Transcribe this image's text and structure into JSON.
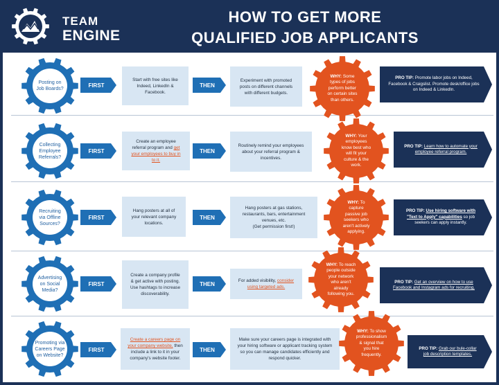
{
  "header": {
    "logo_line1": "TEAM",
    "logo_line2": "ENGINE",
    "title_line1": "HOW TO GET MORE",
    "title_line2": "QUALIFIED JOB APPLICANTS"
  },
  "colors": {
    "navy": "#1b3157",
    "blue": "#1f6fb5",
    "orange": "#e2531f",
    "light_blue": "#d8e6f3"
  },
  "labels": {
    "first": "FIRST",
    "then": "THEN",
    "why": "WHY:",
    "pro_tip": "PRO TIP:"
  },
  "rows": [
    {
      "question": "Posting on Job Boards?",
      "first": [
        "Start with free sites like Indeed, LinkedIn & Facebook."
      ],
      "then": [
        "Experiment with promoted posts on different channels with different budgets."
      ],
      "why": "Some types of jobs perform better on certain sites than others.",
      "tip": [
        "Promote labor jobs on Indeed, Facebook & Craigslist. Promote desk/office jobs on Indeed & LinkedIn."
      ]
    },
    {
      "question": "Collecting Employee Referrals?",
      "first": [
        "Create an employee referral program and ",
        "get your employees to buy in to it."
      ],
      "then": [
        "Routinely remind your employees about your referral program & incentives."
      ],
      "why": "Your employees know best who will fit your culture & the work.",
      "tip": [
        "",
        "Learn how to automate your employee referral program."
      ]
    },
    {
      "question": "Recruiting via Offline Sources?",
      "first": [
        "Hang posters at all of your relevant company locations."
      ],
      "then": [
        "Hang posters at gas stations, restaurants, bars, entertainment venues, etc.",
        "(Get permission first!)"
      ],
      "why": "To capture passive job seekers who aren't actively applying.",
      "tip": [
        "",
        "Use hiring software with \"Text to Apply\" capabilities",
        " so job seekers can apply instantly."
      ]
    },
    {
      "question": "Advertising on Social Media?",
      "first": [
        "Create a company profile & get active with posting. Use hashtags to increase discoverability."
      ],
      "then": [
        "For added visibility, ",
        "consider using targeted ads."
      ],
      "why": "To reach people outside your network who aren't already following you.",
      "tip": [
        "",
        "Get an overview on how to use Facebook and Instagram ads for recruiting."
      ]
    },
    {
      "question": "Promoting via Careers Page on Website?",
      "first": [
        "",
        "Create a careers page on your company website,",
        " then include a link to it in your company's website footer."
      ],
      "then": [
        "Make sure your careers page is integrated with your hiring software or applicant tracking system so you can manage candidates efficiently and respond quicker."
      ],
      "why": "To show professionalism & signal that you hire frequently.",
      "tip": [
        "",
        "Grab our bule-collar job description templates."
      ]
    }
  ]
}
